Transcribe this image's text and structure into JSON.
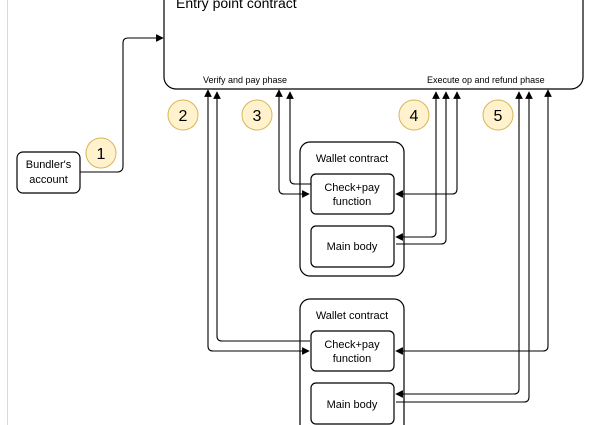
{
  "entry_point": {
    "title": "Entry point contract",
    "verify_phase_label": "Verify and pay phase",
    "execute_phase_label": "Execute op and refund phase"
  },
  "bundler": {
    "line1": "Bundler's",
    "line2": "account"
  },
  "steps": {
    "s1": "1",
    "s2": "2",
    "s3": "3",
    "s4": "4",
    "s5": "5"
  },
  "wallet_a": {
    "title": "Wallet contract",
    "check_pay_line1": "Check+pay",
    "check_pay_line2": "function",
    "main_body": "Main body"
  },
  "wallet_b": {
    "title": "Wallet contract",
    "check_pay_line1": "Check+pay",
    "check_pay_line2": "function",
    "main_body": "Main body"
  },
  "colors": {
    "stroke": "#000000",
    "step_fill": "#fff2cc",
    "step_stroke": "#d6b656",
    "box_fill": "#ffffff",
    "left_guide": "#d9d9d9"
  }
}
